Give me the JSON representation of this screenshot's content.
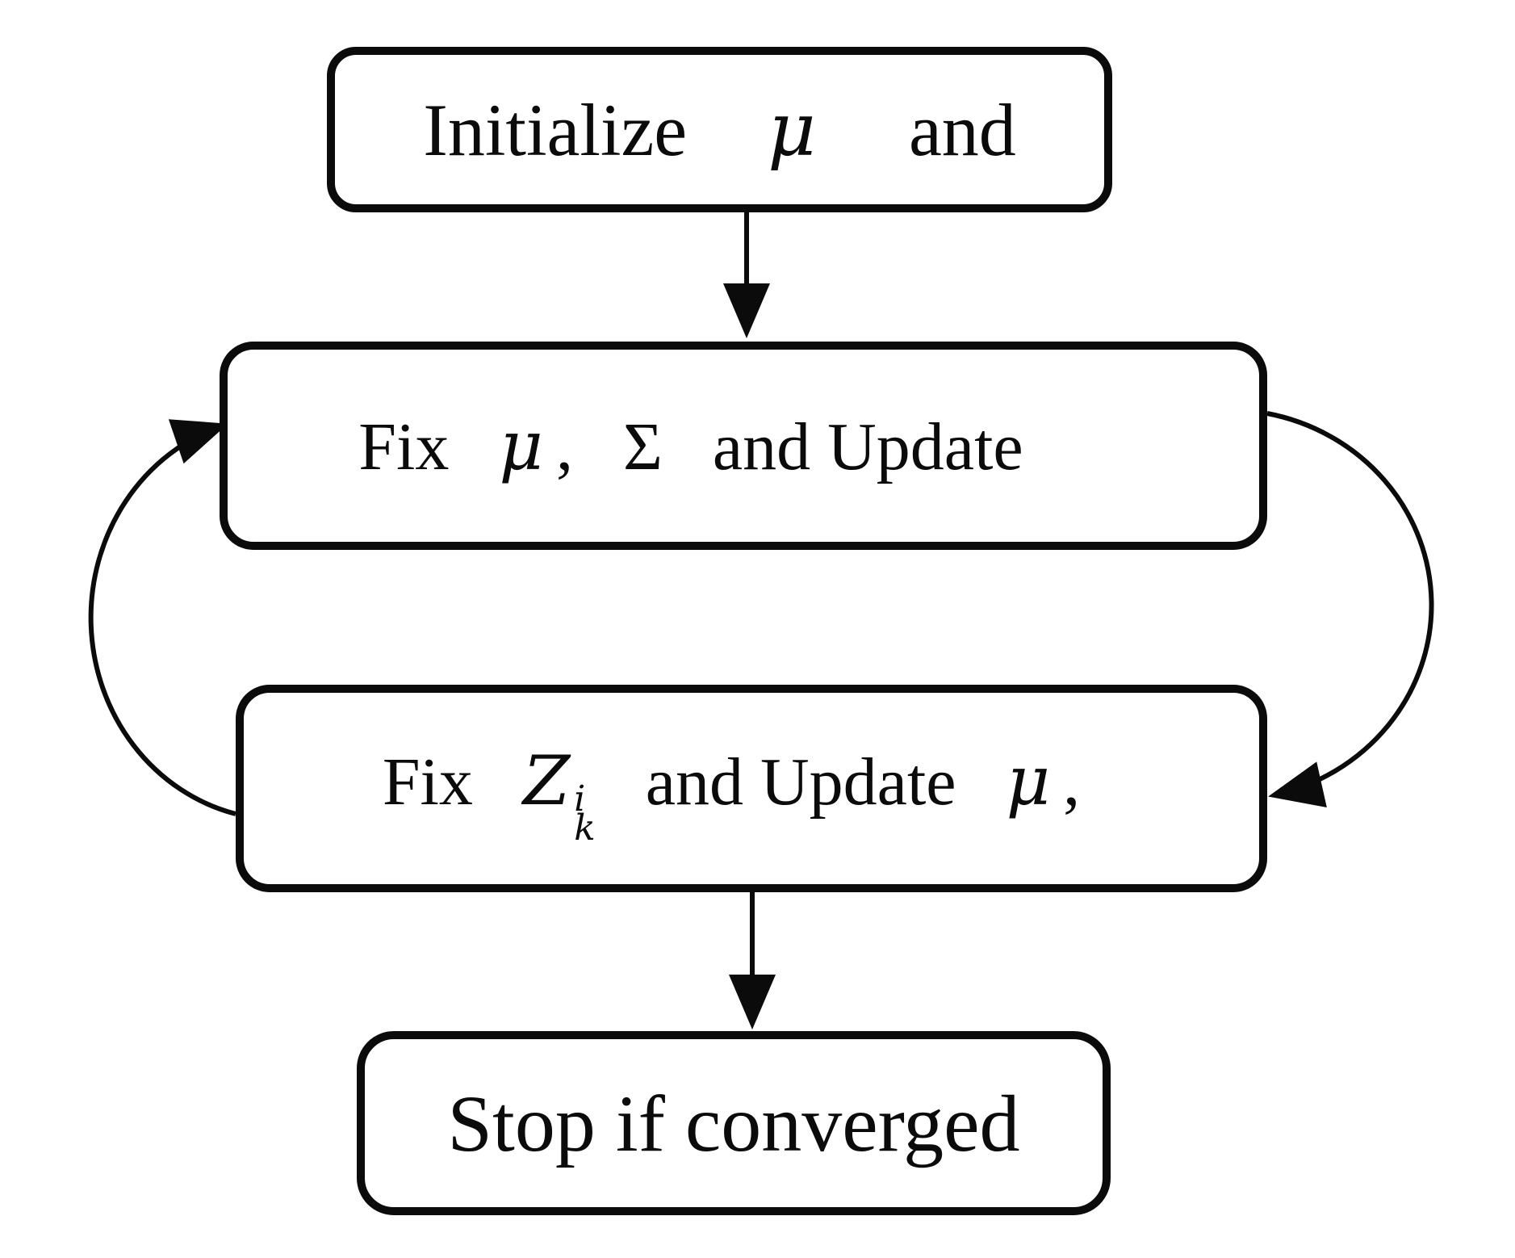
{
  "figure": {
    "type": "flowchart",
    "background_color": "#ffffff",
    "ink_color": "#0b0b0b",
    "boxes": {
      "initialize": {
        "pre": "Initialize",
        "mu": "μ",
        "post": "and"
      },
      "fix_z": {
        "fix": "Fix",
        "mu": "μ",
        "comma": ",",
        "sigma": "Σ",
        "rest": "and Update"
      },
      "fix_mu": {
        "fix": "Fix",
        "z": "Z",
        "z_sup": "i",
        "z_sub": "k",
        "rest": "and Update",
        "mu": "μ",
        "comma": ","
      },
      "stop": {
        "label": "Stop if converged"
      }
    },
    "edges": [
      {
        "from": "initialize",
        "to": "fix_z",
        "style": "straight-down"
      },
      {
        "from": "fix_z",
        "to": "fix_mu",
        "style": "curved-right-loop"
      },
      {
        "from": "fix_mu",
        "to": "fix_z",
        "style": "curved-left-loop"
      },
      {
        "from": "fix_mu",
        "to": "stop",
        "style": "straight-down"
      }
    ]
  }
}
